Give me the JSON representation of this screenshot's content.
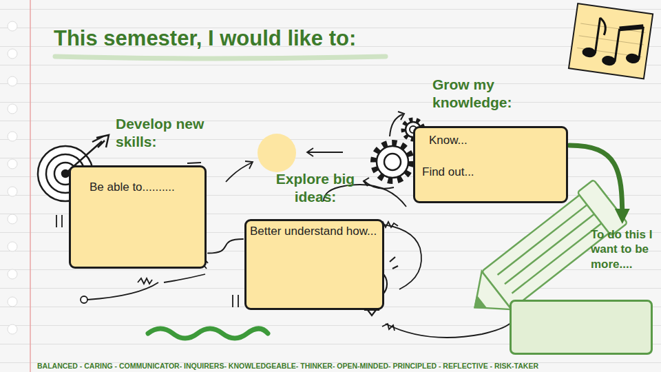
{
  "diagram": {
    "title": "This semester, I would like to:",
    "nodes": [
      {
        "text": [
          "Develop new skills:",
          "Be able to.........."
        ]
      },
      {
        "text": [
          "Explore big ideas:",
          "Better understand how..."
        ]
      },
      {
        "text": [
          "Grow my knowledge:",
          "Know...",
          "Find out..."
        ]
      },
      {
        "text": [
          "To do this I want to be more...."
        ]
      }
    ],
    "edges": [
      {
        "from": 0,
        "to": 1,
        "arrow": "none"
      },
      {
        "from": 2,
        "to": 3,
        "arrow": "to"
      }
    ],
    "labels": [
      "BALANCED - CARING - COMMUNICATOR- INQUIRERS- KNOWLEDGEABLE- THINKER- OPEN-MINDED- PRINCIPLED - REFLECTIVE - RISK-TAKER"
    ]
  }
}
